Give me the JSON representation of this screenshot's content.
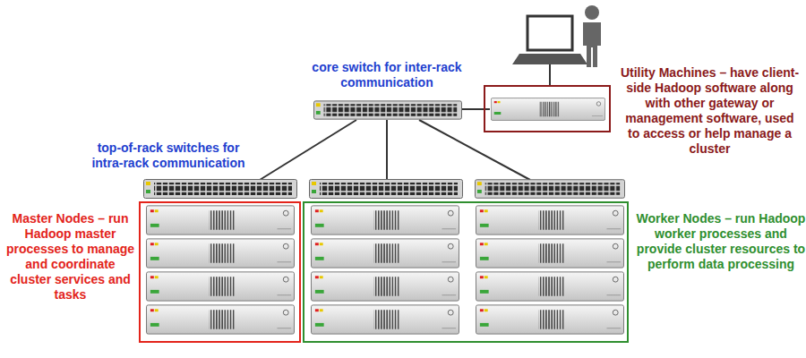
{
  "diagram": {
    "nodes": [
      {
        "text": [
          "Utility Machines – have client-side Hadoop software along with other gateway or management software, used to access or help manage a cluster"
        ]
      },
      {
        "text": [
          "Master Nodes – run Hadoop master processes to manage and coordinate cluster services and tasks"
        ]
      },
      {
        "text": [
          "Worker Nodes – run Hadoop worker processes and provide cluster resources to perform data processing"
        ]
      }
    ],
    "labels": [
      "core switch for inter-rack communication",
      "top-of-rack switches for intra-rack communication"
    ]
  }
}
